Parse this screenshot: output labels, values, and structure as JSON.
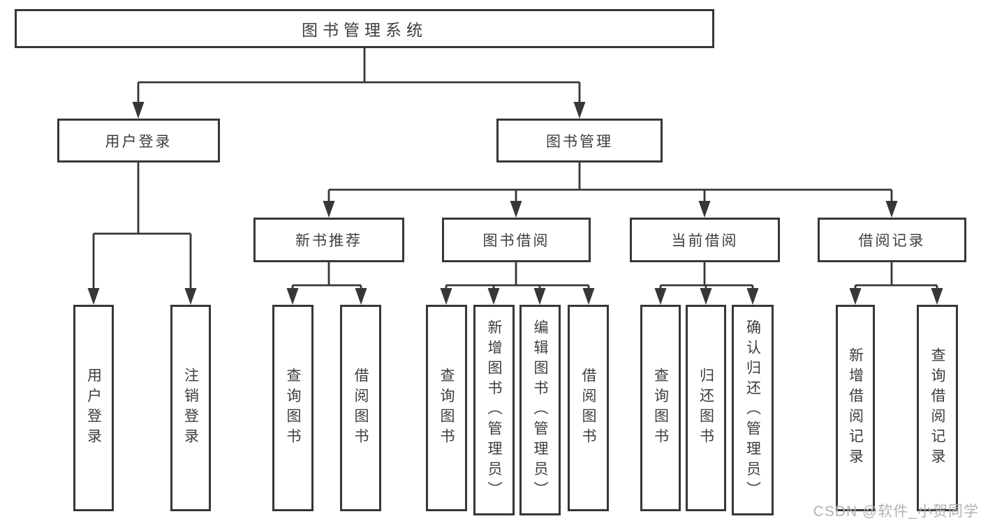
{
  "diagram": {
    "root": {
      "label": "图书管理系统"
    },
    "branches": [
      {
        "label": "用户登录",
        "leaves": [
          "用户登录",
          "注销登录"
        ]
      },
      {
        "label": "图书管理",
        "groups": [
          {
            "label": "新书推荐",
            "leaves": [
              "查询图书",
              "借阅图书"
            ]
          },
          {
            "label": "图书借阅",
            "leaves": [
              "查询图书",
              "新增图书（管理员）",
              "编辑图书（管理员）",
              "借阅图书"
            ]
          },
          {
            "label": "当前借阅",
            "leaves": [
              "查询图书",
              "归还图书",
              "确认归还（管理员）"
            ]
          },
          {
            "label": "借阅记录",
            "leaves": [
              "新增借阅记录",
              "查询借阅记录"
            ]
          }
        ]
      }
    ]
  },
  "watermark": "CSDN @软件_小贺同学",
  "colors": {
    "line": "#36363b",
    "text": "#3d3d42",
    "watermark": "#b2b2b2",
    "box_bg": "#ffffff"
  }
}
